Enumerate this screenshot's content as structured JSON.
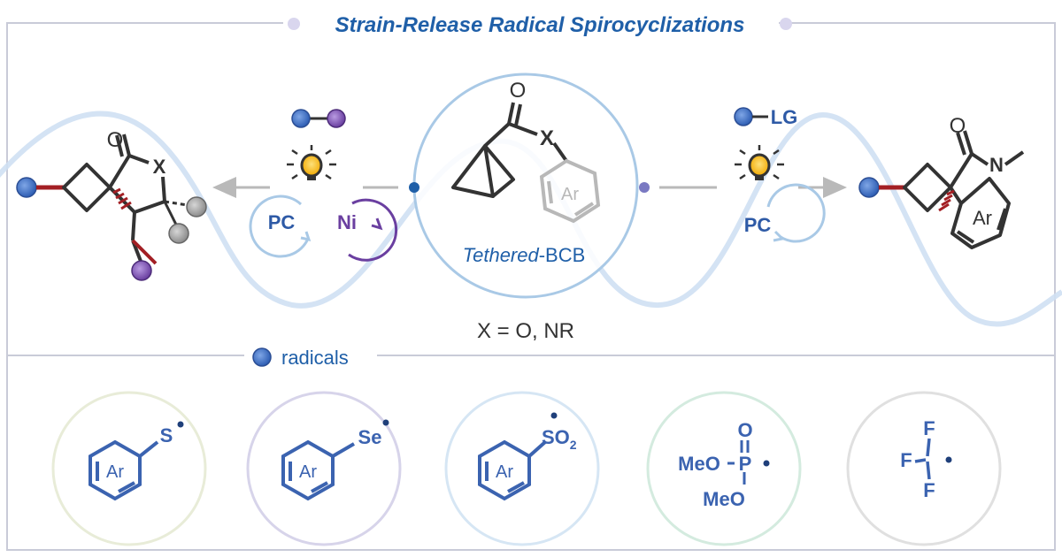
{
  "title": "Strain-Release Radical Spirocyclizations",
  "center": {
    "label_italic": "Tethered",
    "label_rest": "-BCB",
    "atom_o": "O",
    "atom_x": "X",
    "ring_ar": "Ar",
    "x_definition": "X = O, NR"
  },
  "left_pathway": {
    "pc_label": "PC",
    "ni_label": "Ni",
    "product": {
      "atom_o": "O",
      "atom_x": "X"
    }
  },
  "right_pathway": {
    "reagent_lg": "LG",
    "pc_label": "PC",
    "product": {
      "atom_o": "O",
      "atom_n": "N",
      "ring_ar": "Ar"
    }
  },
  "radicals_heading": "radicals",
  "radicals": [
    {
      "ring": "Ar",
      "atom": "S"
    },
    {
      "ring": "Ar",
      "atom": "Se"
    },
    {
      "ring": "Ar",
      "atom": "SO",
      "sub": "2"
    },
    {
      "o": "O",
      "p": "P",
      "meo_top": "MeO",
      "meo_bottom": "MeO"
    },
    {
      "f_top": "F",
      "f_left": "F",
      "f_bottom": "F"
    }
  ],
  "colors": {
    "title": "#1f5fa8",
    "frame": "#c9cbd8",
    "radical_blue": "#3b63b0",
    "ni_purple": "#6a3fa0",
    "bond_red": "#a31f24",
    "dark": "#3a3a3a",
    "grey_ring": "#b8b8b8"
  }
}
